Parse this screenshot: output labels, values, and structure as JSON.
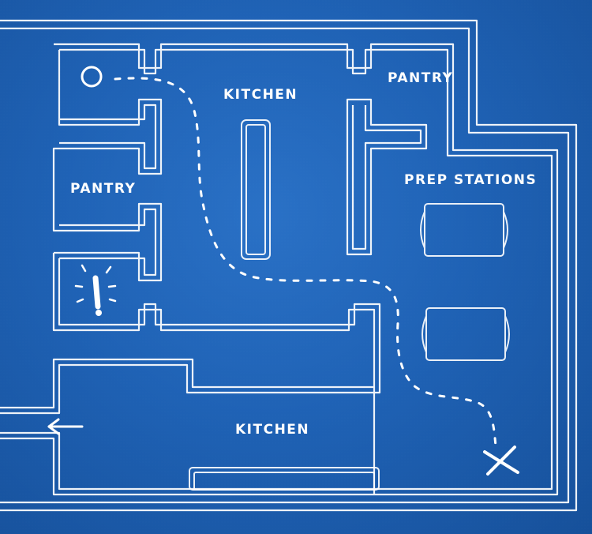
{
  "floor_plan": {
    "labels": {
      "kitchen_upper": "KITCHEN",
      "pantry_upper_right": "PANTRY",
      "pantry_left": "PANTRY",
      "prep_stations": "PREP STATIONS",
      "kitchen_lower": "KITCHEN"
    },
    "markers": {
      "start": "start-circle-icon",
      "alert": "exclamation-icon",
      "destination": "x-mark-icon",
      "exit": "exit-arrow-icon"
    },
    "colors": {
      "background": "#1f62b5",
      "line": "#ffffff"
    }
  }
}
